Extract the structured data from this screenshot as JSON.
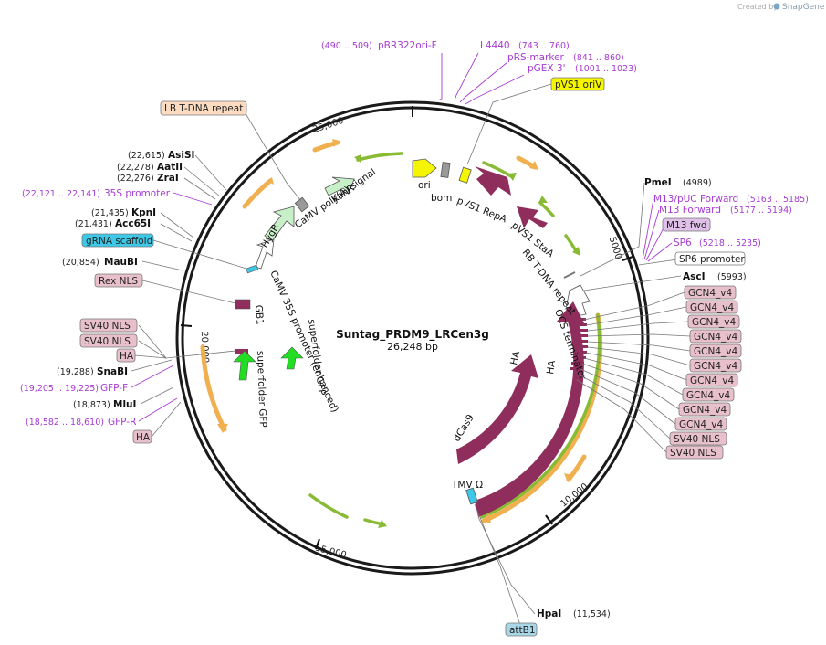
{
  "credit": {
    "prefix": "Created by",
    "brand": "SnapGene"
  },
  "plasmid": {
    "name": "Suntag_PRDM9_LRCen3g",
    "size": "26,248 bp"
  },
  "ticks": [
    "25,000",
    "5000",
    "10,000",
    "15,000",
    "20,000"
  ],
  "features": {
    "ori": "ori",
    "bom": "bom",
    "pvs1_repa": "pVS1 RepA",
    "pvs1_staa": "pVS1 StaA",
    "rb_tdna": "RB T-DNA repeat",
    "ocs": "OCS terminator",
    "kanr": "KanR",
    "camv_polya": "CaMV poly(A) signal",
    "hygr": "HygR",
    "camv35s": "CaMV 35S promoter (enhanced)",
    "gb1": "GB1",
    "sfgfp1": "superfolder GFP",
    "sfgfp2": "superfolder GFP",
    "ha1": "HA",
    "ha2": "HA",
    "dcas9": "dCas9",
    "cas9": "Cas9",
    "tmv": "TMV Ω"
  },
  "left_labels": {
    "lb_tdna": "LB T-DNA repeat",
    "asisi": {
      "pos": "(22,615)",
      "name": "AsiSI"
    },
    "aatii": {
      "pos": "(22,278)",
      "name": "AatII"
    },
    "zrai": {
      "pos": "(22,276)",
      "name": "ZraI"
    },
    "p35s": {
      "pos": "(22,121 .. 22,141)",
      "name": "35S promoter"
    },
    "kpni": {
      "pos": "(21,435)",
      "name": "KpnI"
    },
    "acc65i": {
      "pos": "(21,431)",
      "name": "Acc65I"
    },
    "grna": "gRNA scaffold",
    "maubi": {
      "pos": "(20,854)",
      "name": "MauBI"
    },
    "rex": "Rex NLS",
    "sv40a": "SV40 NLS",
    "sv40b": "SV40 NLS",
    "ha_a": "HA",
    "snabi": {
      "pos": "(19,288)",
      "name": "SnaBI"
    },
    "gfpf": {
      "pos": "(19,205 .. 19,225)",
      "name": "GFP-F"
    },
    "mlui": {
      "pos": "(18,873)",
      "name": "MluI"
    },
    "gfpr": {
      "pos": "(18,582 .. 18,610)",
      "name": "GFP-R"
    },
    "ha_b": "HA"
  },
  "top_labels": {
    "pbr322": {
      "pos": "(490 .. 509)",
      "name": "pBR322ori-F"
    },
    "l4440": {
      "pos": "(743 .. 760)",
      "name": "L4440"
    },
    "prs": {
      "pos": "(841 .. 860)",
      "name": "pRS-marker"
    },
    "pgex": {
      "pos": "(1001 .. 1023)",
      "name": "pGEX 3'"
    },
    "pvs1_oriv": "pVS1 oriV"
  },
  "right_labels": {
    "pmei": {
      "name": "PmeI",
      "pos": "(4989)"
    },
    "m13puc": {
      "name": "M13/pUC Forward",
      "pos": "(5163 .. 5185)"
    },
    "m13fwd": {
      "name": "M13 Forward",
      "pos": "(5177 .. 5194)"
    },
    "m13fwd_box": "M13 fwd",
    "sp6": {
      "name": "SP6",
      "pos": "(5218 .. 5235)"
    },
    "sp6_prom": "SP6 promoter",
    "asci": {
      "name": "AscI",
      "pos": "(5993)"
    },
    "gcn4": [
      "GCN4_v4",
      "GCN4_v4",
      "GCN4_v4",
      "GCN4_v4",
      "GCN4_v4",
      "GCN4_v4",
      "GCN4_v4",
      "GCN4_v4",
      "GCN4_v4",
      "GCN4_v4"
    ],
    "sv40a": "SV40 NLS",
    "sv40b": "SV40 NLS"
  },
  "bottom_labels": {
    "hpai": {
      "name": "HpaI",
      "pos": "(11,534)"
    },
    "attb1": "attB1"
  },
  "colors": {
    "backbone": "#1a1a1a",
    "maroon": "#8f2d5c",
    "hygr": "#c8f0c8",
    "gfp": "#22dd22",
    "ori": "#f5f500",
    "orange_arc": "#f0b050",
    "green_arc": "#88bb33",
    "pink_box": "#e8c0cc",
    "purple": "#a63bd1",
    "feature_blue": "#3ec8e8",
    "attb": "#a8d8e8",
    "lb_box": "#fcdcc0"
  }
}
